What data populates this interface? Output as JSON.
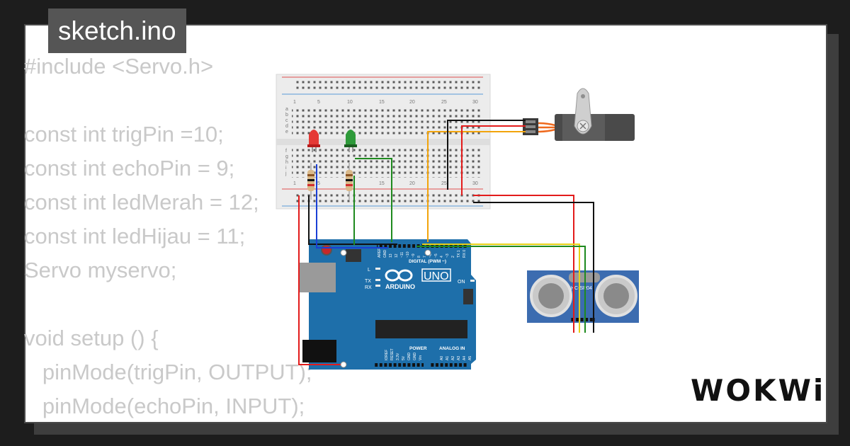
{
  "file": {
    "name": "sketch.ino"
  },
  "code": {
    "lines": [
      "#include <Servo.h>",
      "",
      "const int trigPin =10;",
      "const int echoPin = 9;",
      "const int ledMerah = 12;",
      "const int ledHijau = 11;",
      "Servo myservo;",
      "",
      "void setup () {",
      "   pinMode(trigPin, OUTPUT);",
      "   pinMode(echoPin, INPUT);"
    ]
  },
  "breadboard": {
    "columns": [
      "1",
      "5",
      "10",
      "15",
      "20",
      "25",
      "30"
    ],
    "rows_top": [
      "a",
      "b",
      "c",
      "d",
      "e"
    ],
    "rows_bottom": [
      "f",
      "g",
      "h",
      "i",
      "j"
    ]
  },
  "arduino": {
    "logo": "ARDUINO",
    "model": "UNO",
    "on_label": "ON",
    "l_label": "L",
    "tx_label": "TX",
    "rx_label": "RX",
    "digital_header": "DIGITAL (PWM ~)",
    "power_header": "POWER",
    "analog_header": "ANALOG IN",
    "top_pins": [
      "AREF",
      "GND",
      "13",
      "12",
      "~11",
      "~10",
      "~9",
      "8",
      "7",
      "~6",
      "~5",
      "4",
      "~3",
      "2",
      "TX 1",
      "RX 0"
    ],
    "power_pins": [
      "IOREF",
      "RESET",
      "3.3V",
      "5V",
      "GND",
      "GND",
      "Vin"
    ],
    "analog_pins": [
      "A0",
      "A1",
      "A2",
      "A3",
      "A4",
      "A5"
    ]
  },
  "sensor": {
    "label": "HC-SR04"
  },
  "brand": {
    "name": "WOKWi"
  },
  "colors": {
    "background": "#1d1d1d",
    "card": "#ffffff",
    "code_text": "#c9c9c9",
    "tab": "#555555",
    "arduino_board": "#1e6faa",
    "wire_red": "#e31b1b",
    "wire_black": "#111111",
    "wire_blue": "#1a3fd6",
    "wire_green": "#1e8a1e",
    "wire_orange": "#f2a40c",
    "wire_yellow": "#e8d116"
  },
  "icons": [
    "servo-motor-icon",
    "red-led-icon",
    "green-led-icon",
    "resistor-icon",
    "ultrasonic-sensor-icon",
    "arduino-infinity-logo-icon"
  ]
}
